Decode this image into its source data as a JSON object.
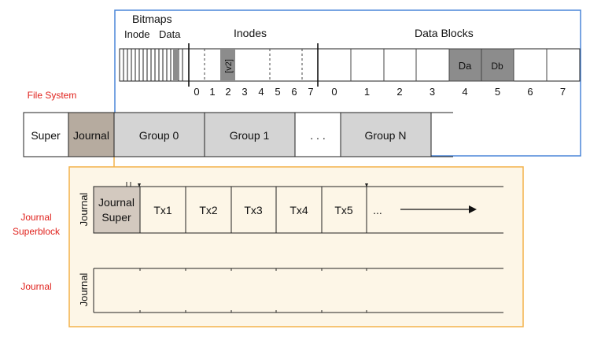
{
  "bitmaps": {
    "title": "Bitmaps",
    "inode_label": "Inode",
    "data_label": "Data"
  },
  "inodes": {
    "title": "Inodes",
    "cell_label": "[v2]",
    "indices": [
      "0",
      "1",
      "2",
      "3",
      "4",
      "5",
      "6",
      "7"
    ]
  },
  "data_blocks": {
    "title": "Data Blocks",
    "cell_a": "Da",
    "cell_b": "Db",
    "indices": [
      "0",
      "1",
      "2",
      "3",
      "4",
      "5",
      "6",
      "7"
    ]
  },
  "fs_row": {
    "label": "File System",
    "super": "Super",
    "journal": "Journal",
    "group0": "Group 0",
    "group1": "Group 1",
    "ellipsis": ". . .",
    "groupN": "Group N"
  },
  "journal_superblock_row": {
    "side_label_line1": "Journal",
    "side_label_line2": "Superblock",
    "vertical_label": "Journal",
    "super_line1": "Journal",
    "super_line2": "Super",
    "tx": [
      "Tx1",
      "Tx2",
      "Tx3",
      "Tx4",
      "Tx5"
    ],
    "more": "..."
  },
  "journal_row": {
    "side_label": "Journal",
    "vertical_label": "Journal"
  },
  "colors": {
    "blue_outline": "#4a86d8",
    "orange_outline": "#f3b24a",
    "orange_fill": "#fdf6e7",
    "journal_fill": "#b6ab9f",
    "group_fill": "#d4d4d4",
    "dark_cell": "#8c8c8c",
    "red_text": "#e0211c"
  }
}
